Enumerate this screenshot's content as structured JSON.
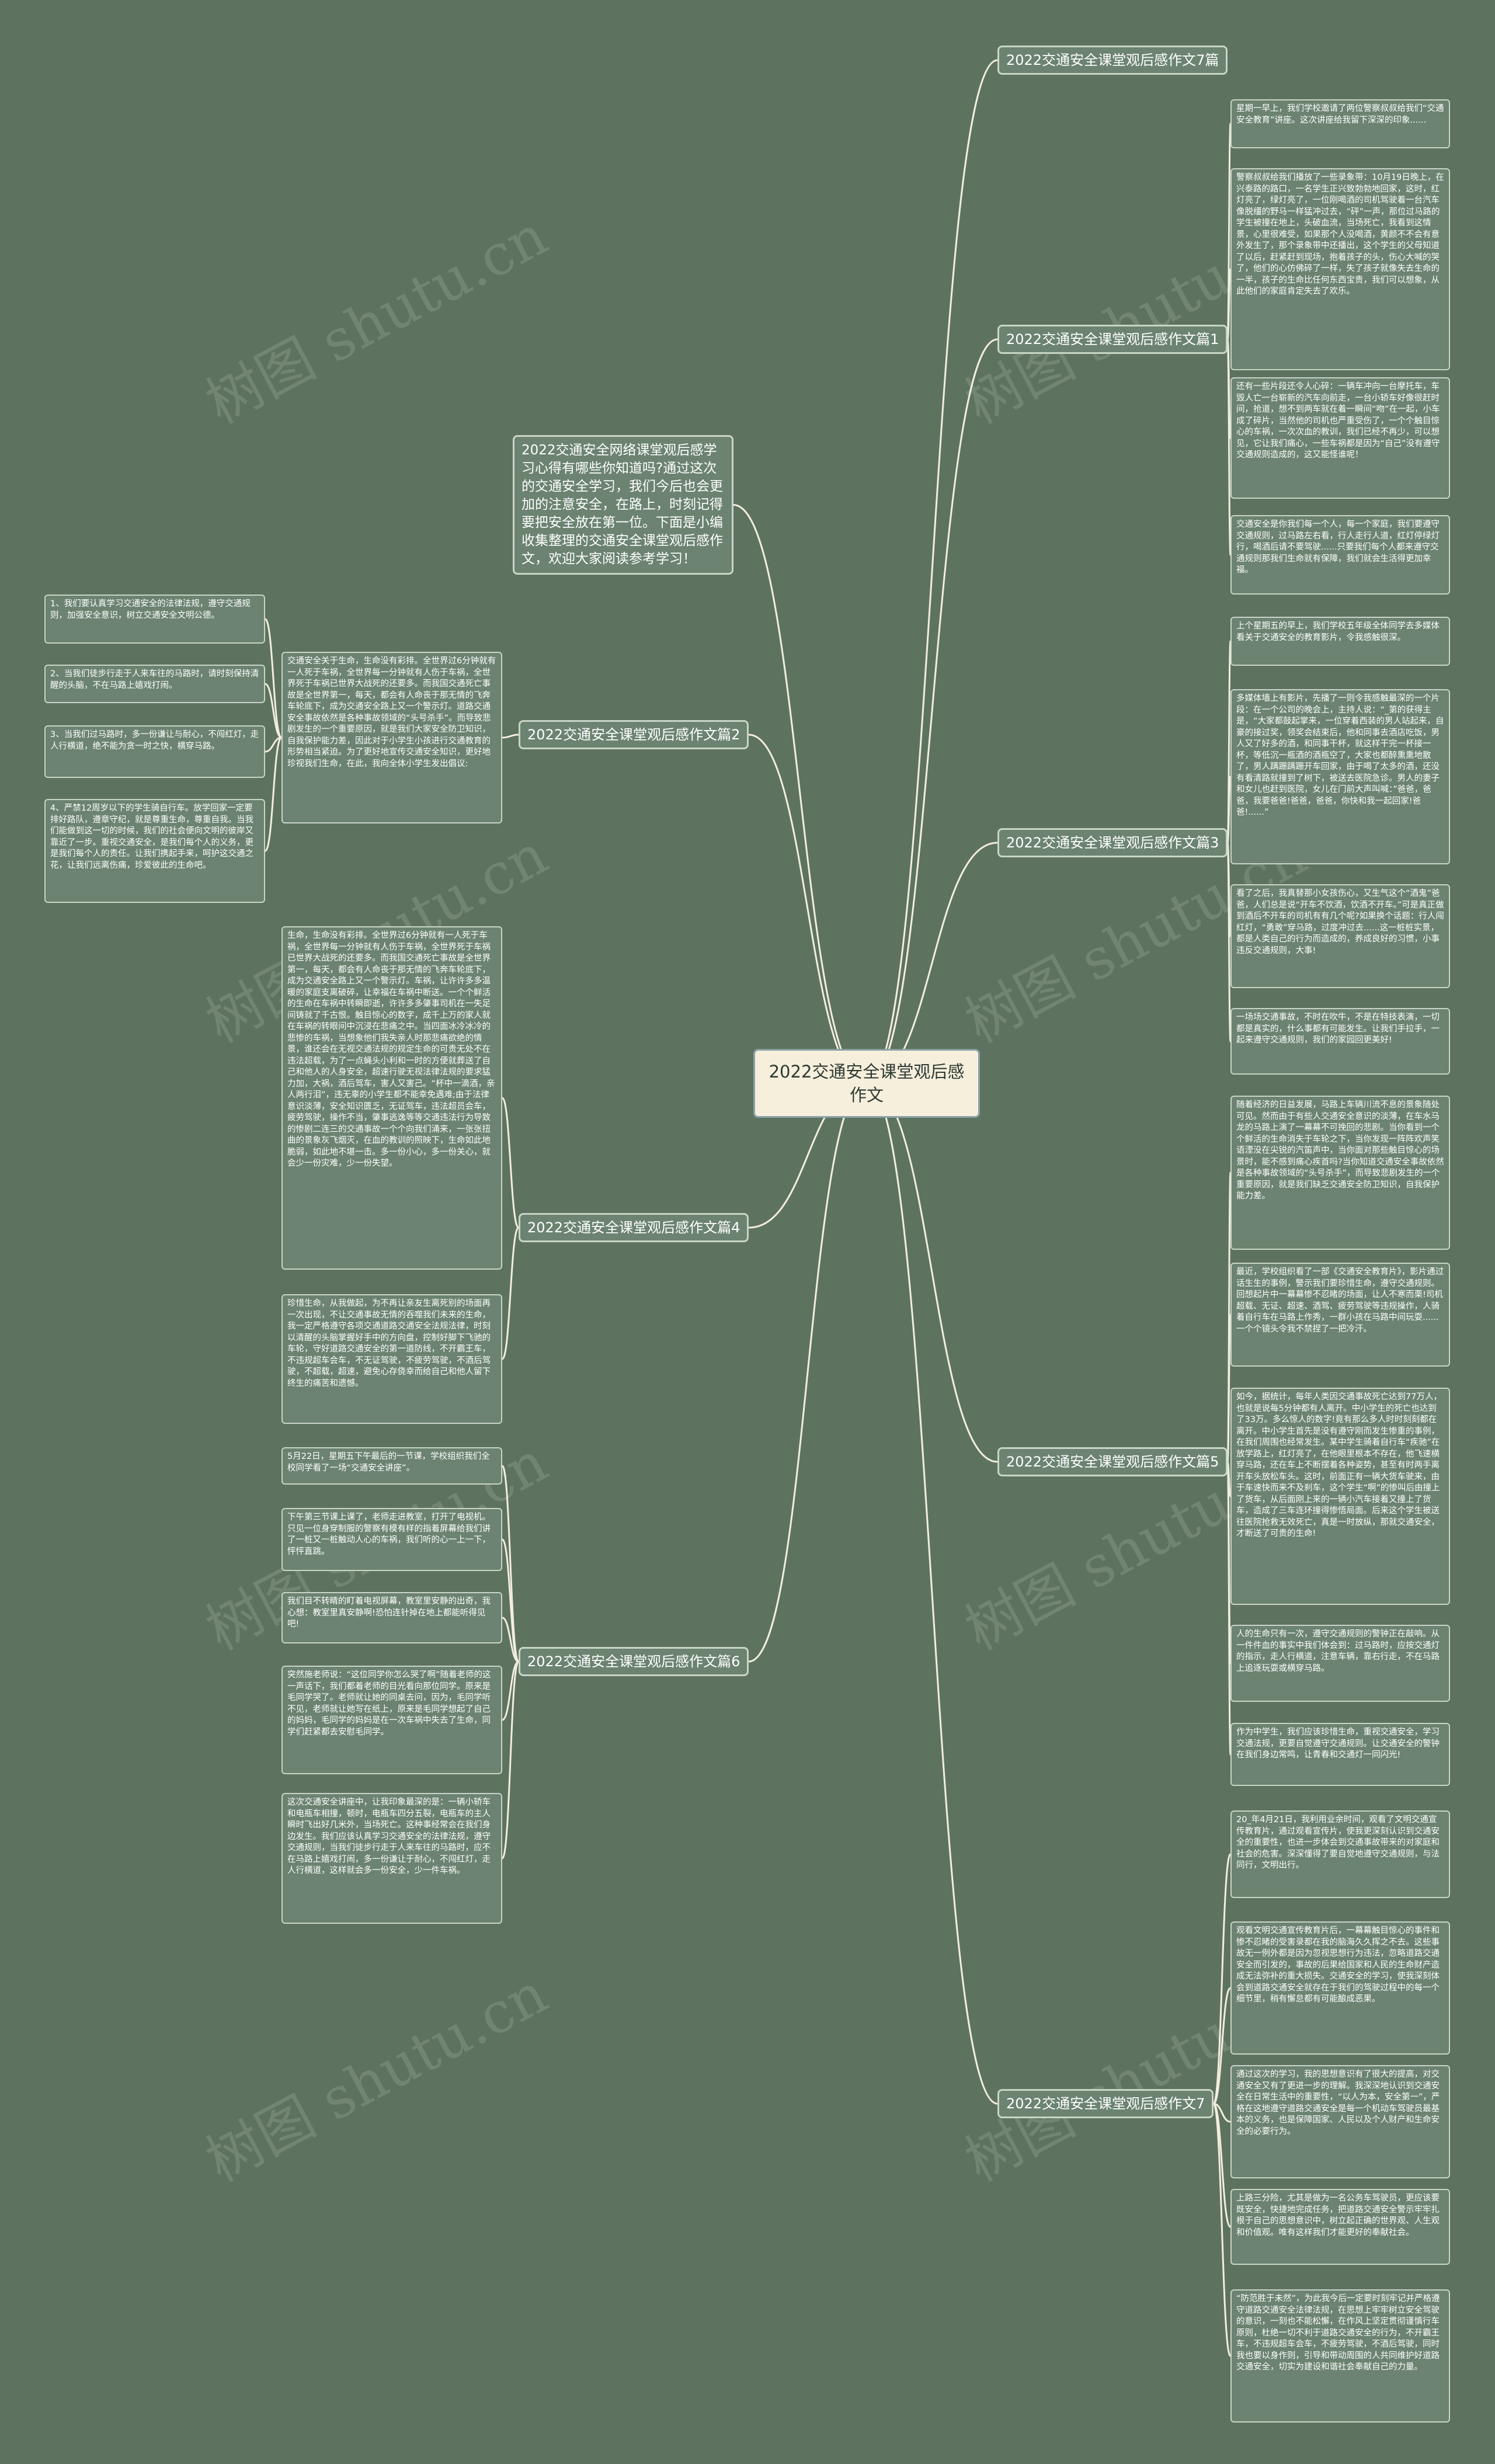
{
  "center": "2022交通安全课堂观后感作文",
  "intro": "2022交通安全网络课堂观后感学习心得有哪些你知道吗?通过这次的交通安全学习，我们今后也会更加的注意安全，在路上，时刻记得要把安全放在第一位。下面是小编收集整理的交通安全课堂观后感作文，欢迎大家阅读参考学习！",
  "watermark": "树图 shutu.cn",
  "branches": [
    {
      "label": "2022交通安全课堂观后感作文7篇",
      "leaves": []
    },
    {
      "label": "2022交通安全课堂观后感作文篇1",
      "leaves": [
        "星期一早上，我们学校邀请了两位警察叔叔给我们“交通安全教育”讲座。这次讲座给我留下深深的印象......",
        "警察叔叔给我们播放了一些录象带：10月19日晚上，在兴泰路的路口，一名学生正兴致勃勃地回家，这时，红灯亮了，绿灯亮了，一位刚喝酒的司机驾驶着一台汽车像脱缰的野马一样猛冲过去，“砰”一声，那位过马路的学生被撞在地上，头破血流，当场死亡，我看到这情景，心里很难受，如果那个人没喝酒，黄颜不不会有意外发生了，那个录象带中还播出，这个学生的父母知道了以后，赶紧赶到现场，抱着孩子的头，伤心大喊的哭了，他们的心仿佛碎了一样，失了孩子就像失去生命的一半，孩子的生命比任何东西宝贵，我们可以想象，从此他们的家庭肯定失去了欢乐。",
        "还有一些片段还令人心碎：一辆车冲向一台摩托车，车毁人亡一台崭新的汽车向前走，一台小轿车好像很赶时间，抢道，想不到两车就在着一瞬间“吻”在一起，小车成了碎片，当然他的司机也严重受伤了，一个个触目惊心的车祸，一次次血的教训，我们已经不再少，可以想见，它让我们痛心，一些车祸都是因为“自己”没有遵守交通规则造成的，这又能怪谁呢！",
        "交通安全是你我们每一个人，每一个家庭，我们要遵守交通规则，过马路左右看，行人走行人道，红灯停绿灯行，喝酒后请不要驾驶......只要我们每个人都来遵守交通规则那我们生命就有保障，我们就会生活得更加幸福。"
      ]
    },
    {
      "label": "2022交通安全课堂观后感作文篇2",
      "leaves": [
        "交通安全关于生命，生命没有彩排。全世界过6分钟就有一人死于车祸，全世界每一分钟就有人伤于车祸，全世界死于车祸已世界大战死的还要多。而我国交通死亡事故是全世界第一，每天，都会有人命丧于那无情的飞奔车轮底下，成为交通安全路上又一个警示灯。道路交通安全事故依然是各种事故领域的“头号杀手”。而导致悲剧发生的一个重要原因，就是我们大家安全防卫知识，自我保护能力差，因此对于小学生小孩进行交通教育的形势相当紧迫。为了更好地宣传交通安全知识，更好地珍视我们生命，在此，我向全体小学生发出倡议:",
        "1、我们要认真学习交通安全的法律法规，遵守交通规则，加强安全意识，树立交通安全文明公德。",
        "2、当我们徒步行走于人来车往的马路时，请时刻保持清醒的头脑，不在马路上嬉戏打闹。",
        "3、当我们过马路时，多一份谦让与耐心，不闯红灯，走人行横道，绝不能为贪一时之快，横穿马路。",
        "4、严禁12周岁以下的学生骑自行车。放学回家一定要排好路队，遵章守纪，就是尊重生命，尊重自我。当我们能做到这一切的时候，我们的社会便向文明的彼岸又靠近了一步。重视交通安全，是我们每个人的义务，更是我们每个人的责任。让我们携起手来，呵护这交通之花，让我们远离伤痛，珍爱彼此的生命吧。"
      ]
    },
    {
      "label": "2022交通安全课堂观后感作文篇3",
      "leaves": [
        "上个星期五的早上，我们学校五年级全体同学去多媒体看关于交通安全的教育影片，令我感触很深。",
        "多媒体墙上有影片，先播了一则令我感触最深的一个片段：在一个公司的晚会上，主持人说：“_第的获得主是，“大家都鼓起掌来，一位穿着西装的男人站起来，自豪的接过奖，领奖会结束后，他和同事去酒店吃饭，男人又了好多的酒，和同事干杯，就这样干完一杯接一杯，等低沉一瓶酒的酒瓶空了，大家也都醉熏熏地散了，男人蹒跚蹒跚开车回家，由于喝了太多的酒，还没有看清路就撞到了树下，被送去医院急诊。男人的妻子和女儿也赶到医院，女儿在门前大声叫喊：”爸爸，爸爸，我要爸爸!爸爸，爸爸，你快和我一起回家!爸爸!......”",
        "看了之后，我真替那小女孩伤心，又生气这个“酒鬼”爸爸，人们总是说“开车不饮酒，饮酒不开车。”可是真正做到酒后不开车的司机有有几个呢?如果换个话题：行人闯红灯，“勇敢”穿马路，过度冲过去......这一桩桩实景，都是人类自己的行为而造成的，养成良好的习惯，小事违反交通规则，大事!",
        "一场场交通事故，不时在吹牛，不是在特技表演，一切都是真实的，什么事都有可能发生。让我们手拉手，一起来遵守交通规则，我们的家园回更美好!"
      ]
    },
    {
      "label": "2022交通安全课堂观后感作文篇4",
      "leaves": [
        "生命，生命没有彩排。全世界过6分钟就有一人死于车祸，全世界每一分钟就有人伤于车祸，全世界死于车祸已世界大战死的还要多。而我国交通死亡事故是全世界第一，每天，都会有人命丧于那无情的飞奔车轮底下，成为交通安全路上又一个警示灯。车祸，让许许多多温暖的家庭支离破碎，让幸福在车祸中断送。一个个鲜活的生命在车祸中转瞬即逝，许许多多肇事司机在一失足间铸就了千古恨。触目惊心的数字，成千上万的家人就在车祸的转眼间中沉浸在悲痛之中。当四面冰冷冰冷的悲惨的车祸，当想象他们我失亲人时那悲痛欲绝的情景，谁还会在无视交通法规的规定生命的可贵无处不在违法超载，为了一点蝇头小利和一时的方便就葬送了自己和他人的人身安全，超速行驶无视法律法规的要求猛力加，大祸，酒后驾车，害人又害己。“杯中一滴酒，亲人两行泪”，违无辜的小学生都不能幸免遇难;由于法律意识淡薄，安全知识匮乏，无证驾车，违法超员会车，疲劳驾驶，操作不当，肇事逃逸等等交通违法行为导致的惨剧二连三的交通事故一个个向我们涌来，一张张扭曲的景象灰飞烟灭，在血的教训的照映下，生命如此地脆弱，如此地不堪一击。多一份小心，多一份关心，就会少一份灾难，少一份失望。",
        "珍惜生命，从我做起，为不再让亲友生离死别的场面再一次出现，不让交通事故无情的吞噬我们未来的生命，我一定严格遵守各项交通道路交通安全法规法律，时刻以清醒的头脑掌握好手中的方向盘，控制好脚下飞驰的车轮，守好道路交通安全的第一道防线，不开霸王车，不违规超车会车，不无证驾驶，不疲劳驾驶，不酒后驾驶，不超载，超速，避免心存侥幸而给自己和他人留下终生的痛苦和遗憾。"
      ]
    },
    {
      "label": "2022交通安全课堂观后感作文篇5",
      "leaves": [
        "随着经济的日益发展，马路上车辆川流不息的景象随处可见。然而由于有些人交通安全意识的淡薄，在车水马龙的马路上演了一幕幕不可挽回的悲剧。当你看到一个个鲜活的生命消失于车轮之下，当你发现一阵阵欢声笑语湮没在尖锐的汽笛声中，当你面对那些触目惊心的场景时，能不感到痛心疾首吗?当你知道交通安全事故依然是各种事故领域的“头号杀手”，而导致悲剧发生的一个重要原因，就是我们缺乏交通安全防卫知识，自我保护能力差。",
        "最近，学校组织看了一部《交通安全教育片》，影片通过话生生的事例，警示我们要珍惜生命，遵守交通规则。回想起片中一幕幕惨不忍睹的场面，让人不寒而栗!司机超载、无证、超速、酒驾、疲劳驾驶等违规操作，人骑着自行车在马路上作秀，一群小孩在马路中间玩耍......一个个镜头令我不禁捏了一把冷汗。",
        "如今，据统计，每年人类因交通事故死亡达到77万人，也就是说每5分钟都有人离开。中小学生的死亡也达到了33万。多么惊人的数字!竟有那么多人时时刻刻都在离开。中小学生首先是没有遵守刚而发生惨重的事例，在我们周围也经常发生。某中学生骑着自行车“疾驰”在放学路上，红灯亮了，在他眼里根本不存在，他飞速横穿马路，还在车上不断摆着各种姿势，甚至有时两手离开车头放松车头。这时，前面正有一辆大货车驶来，由于车速快而来不及刹车，这个学生“啊”的惨叫后由撞上了货车，从后面刚上来的一辆小汽车接着又撞上了货车，造成了三车连环撞得惨悟局面。后来这个学生被送往医院抢救无效死亡，真是一时放纵，那就交通安全，才断送了可贵的生命!",
        "人的生命只有一次，遵守交通规则的警钟正在敲响。从一件件血的事实中我们体会到：过马路时，应按交通灯的指示，走人行横道，注意车辆，靠右行走，不在马路上追逐玩耍或横穿马路。",
        "作为中学生，我们应该珍惜生命，重视交通安全，学习交通法规，更要自觉遵守交通规则。让交通安全的警钟在我们身边常鸣，让青春和交通灯一同闪光!"
      ]
    },
    {
      "label": "2022交通安全课堂观后感作文篇6",
      "leaves": [
        "5月22日，星期五下午最后的一节课，学校组织我们全校同学看了一场“交通安全讲座”。",
        "下午第三节课上课了，老师走进教室，打开了电视机。只见一位身穿制服的警察有模有样的指着屏幕给我们讲了一桩又一桩触动人心的车祸，我们听的心一上一下，怦怦直跳。",
        "我们目不转睛的盯着电视屏幕，教室里安静的出奇，我心想：教室里真安静啊!恐怕连针掉在地上都能听得见吧!",
        "突然施老师说：“这位同学你怎么哭了啊”随着老师的这一声话下，我们都着老师的目光看向那位同学。原来是毛同学哭了。老师就让她的同桌去问，因为，毛同学听不见，老师就让她写在纸上，原来是毛同学想起了自己的妈妈，毛同学的妈妈是在一次车祸中失去了生命，同学们赶紧都去安慰毛同学。",
        "这次交通安全讲座中，让我印象最深的是：一辆小轿车和电瓶车相撞，顿时，电瓶车四分五裂，电瓶车的主人瞬时飞出好几米外，当场死亡。这种事经常会在我们身边发生。我们应该认真学习交通安全的法律法规，遵守交通规则，当我们徒步行走于人来车往的马路时，应不在马路上嬉戏打闹，多一份谦让于耐心，不闯红灯，走人行横道，这样就会多一份安全，少一件车祸。"
      ]
    },
    {
      "label": "2022交通安全课堂观后感作文7",
      "leaves": [
        "20_年4月21日，我利用业余时间，观看了文明交通宣传教育片，通过观看宣传片，使我更深刻认识到交通安全的重要性，也进一步体会到交通事故带来的对家庭和社会的危害。深深懂得了要自觉地遵守交通规则，与法同行，文明出行。",
        "观看文明交通宣传教育片后，一幕幕触目惊心的事件和惨不忍睹的受害录都在我的脑海久久挥之不去。这些事故无一例外都是因为忽视思想行为违法，忽略道路交通安全而引发的，事故的后果给国家和人民的生命财产造成无法弥补的重大损失。交通安全的学习，使我深刻体会到道路交通安全就存在于我们的驾驶过程中的每一个细节里，稍有懈怠都有可能酿成恶果。",
        "通过这次的学习，我的思想意识有了很大的提高，对交通安全又有了更进一步的理解。我深深地认识到交通安全在日常生活中的重要性，“以人为本，安全第一”，严格在这地遵守道路交通安全是每一个机动车驾驶员最基本的义务，也是保障国家、人民以及个人财产和生命安全的必要行为。",
        "上路三分险，尤其是做为一名公务车驾驶员，更应该要既安全，快捷地完成任务，把道路交通安全警示牢牢扎根于自己的思想意识中，树立起正确的世界观、人生观和价值观。唯有这样我们才能更好的奉献社会。",
        "“防范胜于未然”，为此我今后一定要时刻牢记并严格遵守道路交通安全法律法规，在思想上牢牢树立安全驾驶的意识，一刻也不能松懈，在作风上坚定贯彻谨慎行车原则，杜绝一切不利于道路交通安全的行为，不开霸王车，不违规超车会车，不疲劳驾驶，不酒后驾驶，同时我也要以身作则，引导和带动周围的人共同维护好道路交通安全，切实为建设和谐社会奉献自己的力量。"
      ]
    }
  ]
}
